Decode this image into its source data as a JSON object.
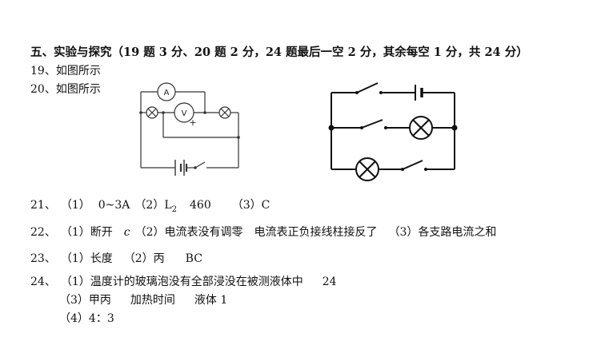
{
  "section_heading": "五、实验与探究（19 题 3 分、20 题 2 分，24 题最后一空 2 分，其余每空 1 分，共 24 分）",
  "q19": {
    "number": "19、",
    "text": "如图所示"
  },
  "q20": {
    "number": "20、",
    "text": "如图所示"
  },
  "diagram_left": {
    "ammeter_label": "A",
    "voltmeter_label": "V",
    "plus_label": "+"
  },
  "q21": {
    "number": "21、",
    "p1": "（1）",
    "a1": "0~3A",
    "p2": "（2）",
    "a2_base": "L",
    "a2_sub": "2",
    "a2_value": "460",
    "p3": "（3）",
    "a3": "C"
  },
  "q22": {
    "number": "22、",
    "p1": "（1）",
    "a1": "断开",
    "a1_b": "c",
    "p2": "（2）",
    "a2": "电流表没有调零",
    "a2_b": "电流表正负接线柱接反了",
    "p3": "（3）",
    "a3": "各支路电流之和"
  },
  "q23": {
    "number": "23、",
    "p1": "（1）",
    "a1": "长度",
    "p2": "（2）",
    "a2": "丙",
    "a2_b": "BC"
  },
  "q24": {
    "number": "24、",
    "p1": "（1）",
    "a1": "温度计的玻璃泡没有全部浸没在被测液体中",
    "a1_b": "24",
    "p3": "（3）",
    "a3": "甲丙",
    "a3_b": "加热时间",
    "a3_c": "液体 1",
    "p4": "（4）",
    "a4": "4：3"
  }
}
